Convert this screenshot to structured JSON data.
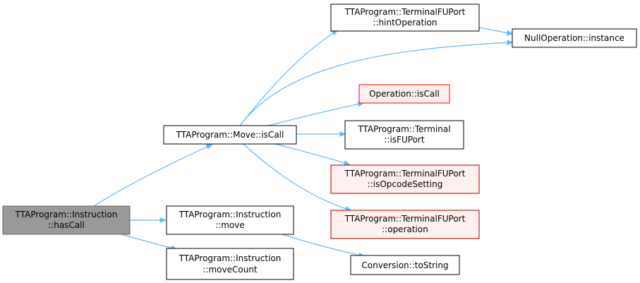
{
  "nodes": {
    "has_call": {
      "lines": [
        "TTAProgram::Instruction",
        "::hasCall"
      ],
      "style": "root"
    },
    "move_iscall": {
      "lines": [
        "TTAProgram::Move::isCall"
      ],
      "style": "normal"
    },
    "instr_move": {
      "lines": [
        "TTAProgram::Instruction",
        "::move"
      ],
      "style": "normal"
    },
    "instr_movecount": {
      "lines": [
        "TTAProgram::Instruction",
        "::moveCount"
      ],
      "style": "normal"
    },
    "hint_operation": {
      "lines": [
        "TTAProgram::TerminalFUPort",
        "::hintOperation"
      ],
      "style": "normal"
    },
    "null_instance": {
      "lines": [
        "NullOperation::instance"
      ],
      "style": "normal"
    },
    "op_iscall": {
      "lines": [
        "Operation::isCall"
      ],
      "style": "red"
    },
    "terminal_isfuport": {
      "lines": [
        "TTAProgram::Terminal",
        "::isFUPort"
      ],
      "style": "normal"
    },
    "is_opcode_setting": {
      "lines": [
        "TTAProgram::TerminalFUPort",
        "::isOpcodeSetting"
      ],
      "style": "red"
    },
    "tfu_operation": {
      "lines": [
        "TTAProgram::TerminalFUPort",
        "::operation"
      ],
      "style": "red"
    },
    "to_string": {
      "lines": [
        "Conversion::toString"
      ],
      "style": "normal"
    }
  },
  "colors": {
    "edge": "#63b8ff",
    "root_fill": "#999999",
    "normal_fill": "#ffffff",
    "normal_stroke": "#000000",
    "red_fill": "#fff0f0",
    "red_stroke": "#ff0000"
  }
}
